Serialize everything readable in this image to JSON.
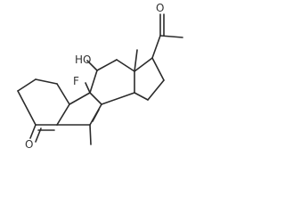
{
  "colors": {
    "background": "#ffffff",
    "bond": "#2b2b2b",
    "label": "#333333"
  },
  "labels": {
    "hydroxyl": "HO",
    "fluorine": "F",
    "ketone_oxygen": "O",
    "acetyl_oxygen": "O"
  }
}
